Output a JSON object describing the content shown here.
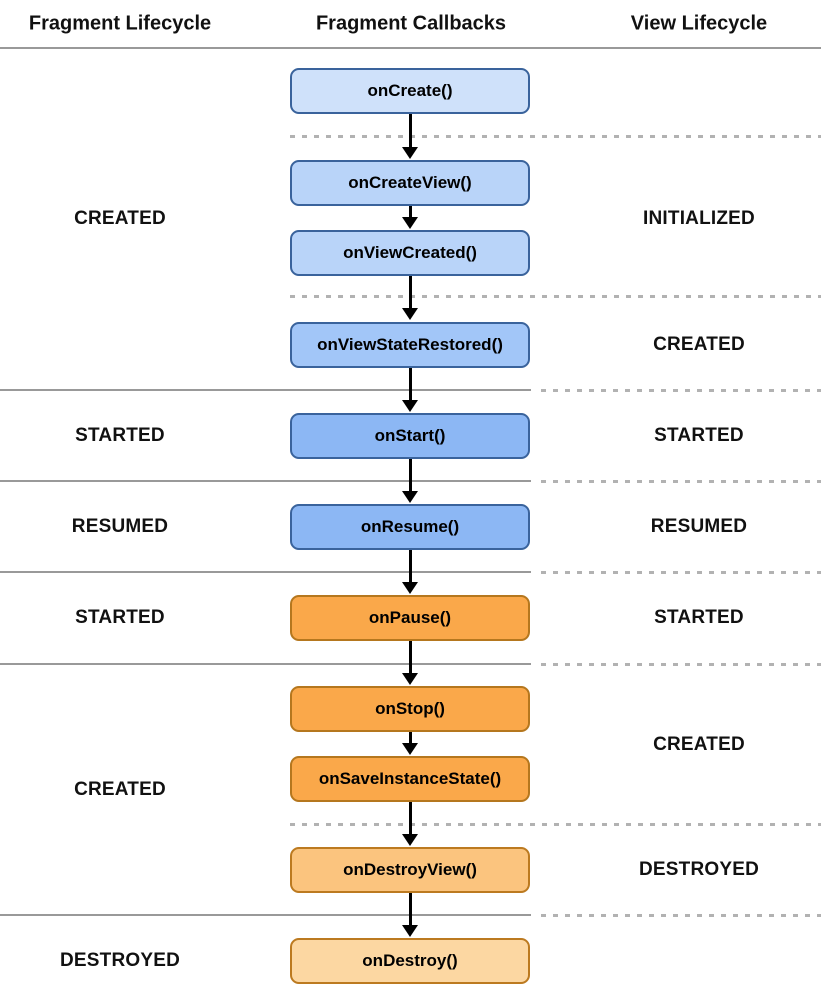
{
  "title": "Fragment lifecycle diagram",
  "header": {
    "columns": [
      "Fragment Lifecycle",
      "Fragment Callbacks",
      "View Lifecycle"
    ]
  },
  "callbacks": [
    {
      "label": "onCreate()",
      "phase": "fragment-created",
      "fill": "#cfe1fa",
      "border": "#3a639c"
    },
    {
      "label": "onCreateView()",
      "phase": "fragment-created",
      "fill": "#b9d4f9",
      "border": "#3a639c"
    },
    {
      "label": "onViewCreated()",
      "phase": "fragment-created",
      "fill": "#b9d4f9",
      "border": "#3a639c"
    },
    {
      "label": "onViewStateRestored()",
      "phase": "fragment-created",
      "fill": "#a2c6f8",
      "border": "#3a639c"
    },
    {
      "label": "onStart()",
      "phase": "started",
      "fill": "#8cb7f4",
      "border": "#3a639c"
    },
    {
      "label": "onResume()",
      "phase": "resumed",
      "fill": "#8cb7f4",
      "border": "#3a639c"
    },
    {
      "label": "onPause()",
      "phase": "started",
      "fill": "#faa84a",
      "border": "#b5771e"
    },
    {
      "label": "onStop()",
      "phase": "created",
      "fill": "#faa84a",
      "border": "#b5771e"
    },
    {
      "label": "onSaveInstanceState()",
      "phase": "created",
      "fill": "#faa84a",
      "border": "#b5771e"
    },
    {
      "label": "onDestroyView()",
      "phase": "view-destroyed",
      "fill": "#fbc47e",
      "border": "#bc7a20"
    },
    {
      "label": "onDestroy()",
      "phase": "destroyed",
      "fill": "#fcd7a2",
      "border": "#bc7a20"
    }
  ],
  "fragment_states": [
    "CREATED",
    "STARTED",
    "RESUMED",
    "STARTED",
    "CREATED",
    "DESTROYED"
  ],
  "view_states": [
    "INITIALIZED",
    "CREATED",
    "STARTED",
    "RESUMED",
    "STARTED",
    "CREATED",
    "DESTROYED"
  ],
  "colors": {
    "background": "#ffffff",
    "text": "#111111",
    "solid_divider": "#999999",
    "dashed_divider": "#b2b2b2",
    "arrow": "#000000"
  }
}
